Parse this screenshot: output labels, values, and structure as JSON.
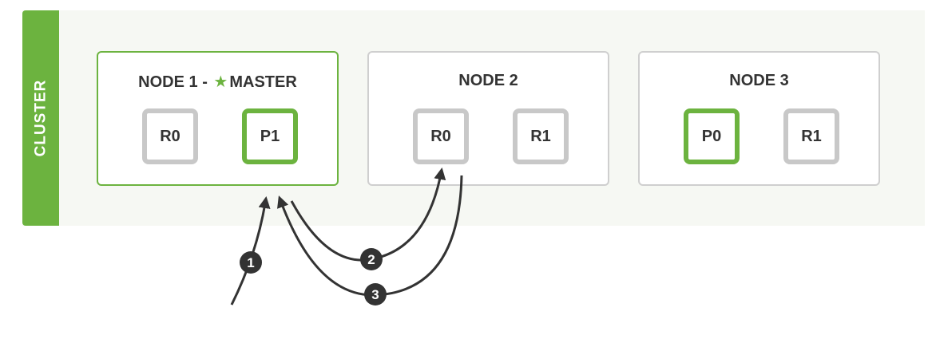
{
  "cluster": {
    "label": "CLUSTER"
  },
  "nodes": [
    {
      "title_prefix": "NODE 1 - ",
      "star_icon": "star-icon",
      "title_suffix": "MASTER",
      "master": true,
      "shards": [
        {
          "label": "R0",
          "type": "replica"
        },
        {
          "label": "P1",
          "type": "primary"
        }
      ]
    },
    {
      "title": "NODE 2",
      "master": false,
      "shards": [
        {
          "label": "R0",
          "type": "replica"
        },
        {
          "label": "R1",
          "type": "replica"
        }
      ]
    },
    {
      "title": "NODE 3",
      "master": false,
      "shards": [
        {
          "label": "P0",
          "type": "primary"
        },
        {
          "label": "R1",
          "type": "replica"
        }
      ]
    }
  ],
  "steps": [
    "1",
    "2",
    "3"
  ],
  "colors": {
    "accent": "#6cb33f",
    "replica_border": "#c8c8c8",
    "arrow": "#333333"
  }
}
